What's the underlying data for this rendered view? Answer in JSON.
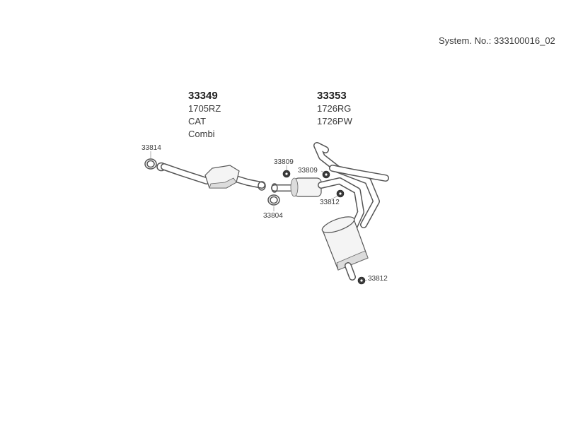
{
  "header": {
    "system_no": "System. No.: 333100016_02"
  },
  "assemblies": [
    {
      "part_no": "33349",
      "lines": [
        "1705RZ",
        "CAT",
        "Combi"
      ]
    },
    {
      "part_no": "33353",
      "lines": [
        "1726RG",
        "1726PW"
      ]
    }
  ],
  "callouts": {
    "gasket_front": "33814",
    "gasket_mid": "33804",
    "mount_a": "33809",
    "mount_b": "33809",
    "mount_c": "33812",
    "mount_d": "33812"
  }
}
